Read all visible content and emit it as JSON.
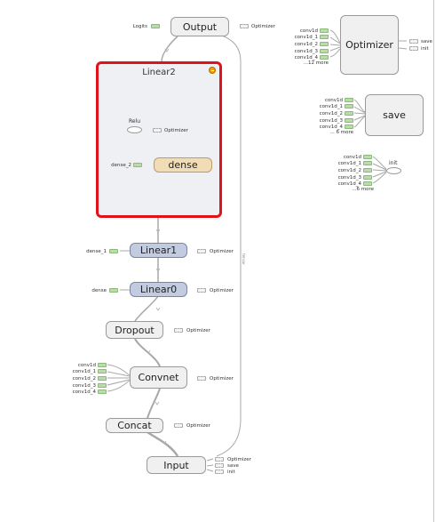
{
  "graph": {
    "nodes": {
      "output": "Output",
      "linear2": "Linear2",
      "relu": "Relu",
      "dense": "dense",
      "linear1": "Linear1",
      "linear0": "Linear0",
      "dropout": "Dropout",
      "convnet": "Convnet",
      "concat": "Concat",
      "input": "Input",
      "optimizer": "Optimizer",
      "save": "save",
      "init": "init"
    },
    "labels": {
      "logits": "Logits",
      "optimizer_out": "Optimizer",
      "dense_2": "dense_2",
      "dense_1": "dense_1",
      "dense": "dense",
      "save": "save",
      "init": "init",
      "conv": [
        "conv1d",
        "conv1d_1",
        "conv1d_2",
        "conv1d_3",
        "conv1d_4"
      ],
      "more_12": "...12 more",
      "more_6": "... 6 more",
      "more_6b": "...6 more"
    },
    "edge_labels": {
      "long_edge": "tensor"
    }
  },
  "colors": {
    "selected_border": "#e0121a",
    "namespace_fill": "#c3cbe0",
    "op_fill": "#f0ddb6",
    "collapse_button": "#f0a000"
  }
}
